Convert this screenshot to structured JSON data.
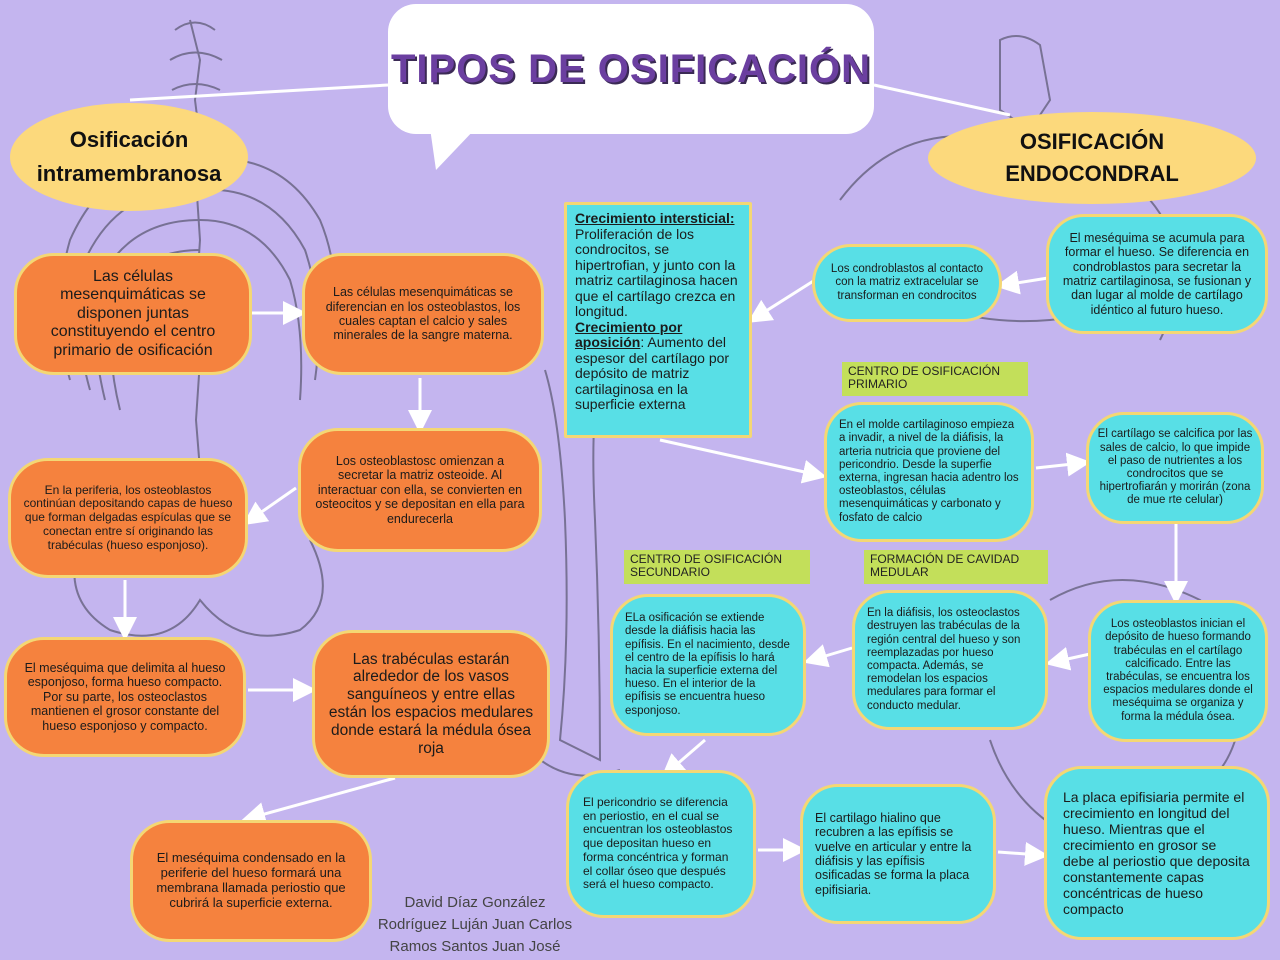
{
  "title": "TIPOS DE OSIFICACIÓN",
  "left_header": "Osificación intramembranosa",
  "right_header": "OSIFICACIÓN ENDOCONDRAL",
  "intramembranous": {
    "n1": "Las células mesenquimáticas se disponen juntas constituyendo el centro primario de osificación",
    "n2": "Las células mesenquimáticas se diferencian en los osteoblastos, los cuales captan el calcio y sales minerales de la sangre materna.",
    "n3": "Los osteoblastosc omienzan a secretar la matriz osteoide. Al interactuar con ella, se convierten en osteocitos y se depositan en ella para endurecerla",
    "n4": "En la periferia, los osteoblastos continúan depositando capas de hueso que forman delgadas espículas que se conectan entre sí originando las trabéculas (hueso esponjoso).",
    "n5": "El meséquima que delimita al hueso esponjoso, forma hueso compacto. Por su parte, los osteoclastos mantienen el grosor constante del hueso esponjoso y compacto.",
    "n6": "Las trabéculas estarán alrededor de los vasos sanguíneos y entre ellas están los espacios medulares donde estará la médula ósea roja",
    "n7": "El meséquima condensado en la periferie del hueso formará una membrana llamada periostio que cubrirá la superficie externa."
  },
  "growth": {
    "interstitial_title": "Crecimiento intersticial:",
    "interstitial_text": "Proliferación de los condrocitos, se hipertrofian, y junto con la matriz cartilaginosa hacen que el cartílago crezca en longitud.",
    "appositional_title": "Crecimiento por aposición",
    "appositional_text": ": Aumento del espesor del cartílago por depósito de matriz cartilaginosa en la superficie externa"
  },
  "endochondral": {
    "e1": "El meséquima se acumula para formar el hueso. Se diferencia en condroblastos para secretar la matriz cartilaginosa, se fusionan y dan lugar al molde de cartílago idéntico al futuro hueso.",
    "e2": "Los condroblastos al contacto con la matriz extracelular se transforman en condrocitos",
    "label_primary": "CENTRO DE OSIFICACIÓN PRIMARIO",
    "e3": "En el molde cartilaginoso empieza a invadir, a nivel de la diáfisis, la arteria nutricia que proviene del pericondrio. Desde la superfie externa, ingresan hacia adentro los osteoblastos, células mesenquimáticas y carbonato y fosfato de calcio",
    "e4": "El cartílago se calcifica por las sales de calcio, lo que impide el paso de nutrientes a los condrocitos que se hipertrofiarán y morirán (zona de mue rte celular)",
    "e5": "Los osteoblastos inician el depósito de hueso formando trabéculas en el cartílago calcificado. Entre las trabéculas, se encuentra los espacios medulares donde el meséquima se organiza y forma la médula ósea.",
    "label_medullary": "FORMACIÓN DE CAVIDAD MEDULAR",
    "e6": "En la diáfisis, los osteoclastos destruyen las trabéculas de la región central del hueso y son reemplazadas por hueso compacta. Además, se remodelan los espacios medulares para formar el conducto medular.",
    "label_secondary": "CENTRO DE OSIFICACIÓN SECUNDARIO",
    "e7": "ELa osificación se extiende desde la diáfisis hacia las epífisis. En el nacimiento, desde el centro de la epífisis lo hará hacia la superficie externa del hueso. En el interior de la epífisis se encuentra hueso esponjoso.",
    "e8": "El pericondrio se diferencia en periostio, en el cual se encuentran los osteoblastos que depositan hueso en forma concéntrica y forman el collar óseo que después será el hueso compacto.",
    "e9": "El cartilago hialino que recubren a las epífisis se vuelve en articular y entre la diáfisis y las epífisis osificadas se forma la placa epifisiaria.",
    "e10": "La placa epifisiaria permite el crecimiento en longitud del hueso. Mientras que el crecimiento en grosor se debe al periostio que deposita constantemente capas concéntricas de hueso compacto"
  },
  "credits": {
    "line1": "David Díaz González",
    "line2": "Rodríguez Luján Juan Carlos",
    "line3": "Ramos Santos Juan José"
  },
  "colors": {
    "background": "#c4b5ef",
    "orange_node": "#f5823e",
    "cyan_node": "#58dfe6",
    "node_border": "#f4d774",
    "header_oval": "#fcd97c",
    "label_green": "#c3df5a",
    "title_text": "#6b3fa0"
  }
}
